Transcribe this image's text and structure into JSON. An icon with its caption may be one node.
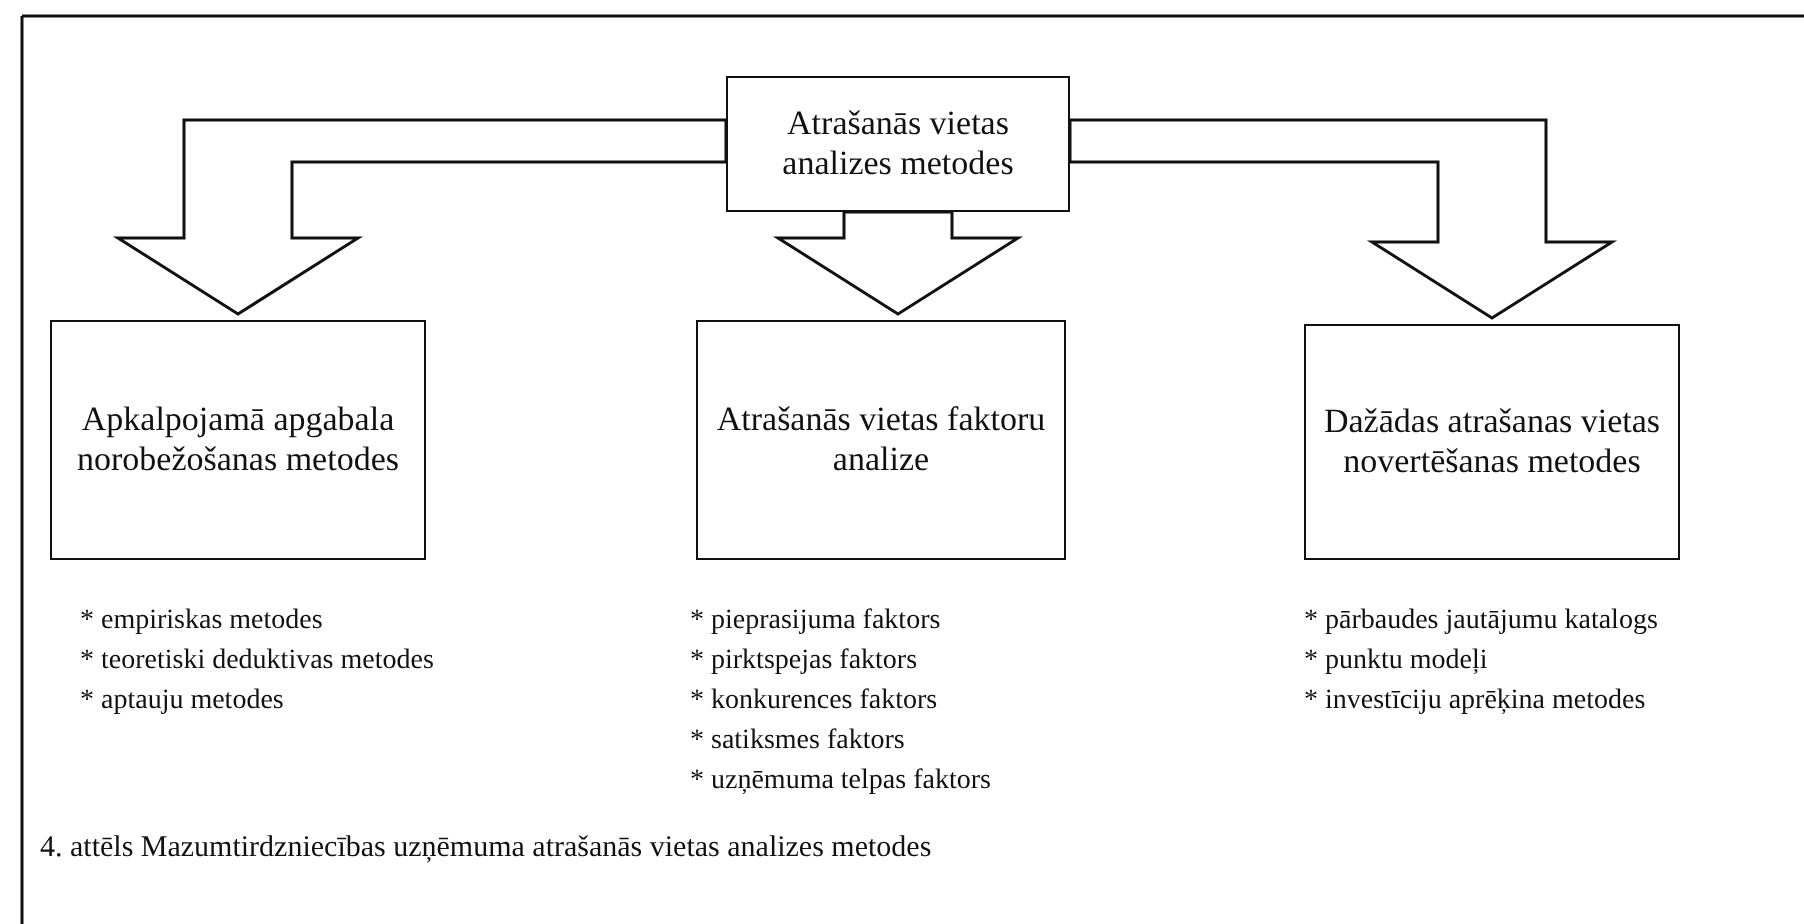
{
  "diagram": {
    "caption": "4. attēls  Mazumtirdzniecības uzņēmuma atrašanās vietas analizes metodes",
    "nodes": [
      {
        "text": [
          "Atrašanās vietas analizes metodes"
        ]
      },
      {
        "text": [
          "Apkalpojamā apgabala norobežošanas metodes"
        ]
      },
      {
        "text": [
          "Atrašanās vietas faktoru analize"
        ]
      },
      {
        "text": [
          "Dažādas atrašanas vietas novertēšanas metodes"
        ]
      }
    ],
    "edges": [
      {
        "from": 0,
        "to": 1,
        "arrow": "to"
      },
      {
        "from": 0,
        "to": 2,
        "arrow": "to"
      },
      {
        "from": 0,
        "to": 3,
        "arrow": "to"
      }
    ],
    "labels": [
      "* empiriskas metodes",
      "* teoretiski deduktivas metodes",
      "* aptauju metodes",
      "* pieprasijuma faktors",
      "* pirktspejas faktors",
      "* konkurences faktors",
      "* satiksmes faktors",
      "* uzņēmuma telpas faktors",
      "* pārbaudes jautājumu katalogs",
      "* punktu modeļi",
      "* investīciju aprēķina metodes"
    ]
  }
}
